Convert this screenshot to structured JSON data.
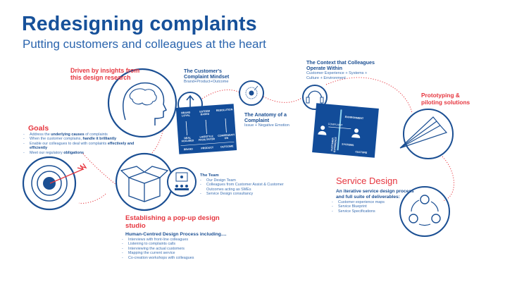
{
  "header": {
    "title": "Redesigning complaints",
    "subtitle": "Putting customers and colleagues at the heart"
  },
  "goals": {
    "heading": "Goals",
    "items": [
      {
        "pre": "Address the ",
        "bold": "underlying causes",
        "post": " of complaints"
      },
      {
        "pre": "When the customer complains, ",
        "bold": "handle it brilliantly",
        "post": ""
      },
      {
        "pre": "Enable our colleagues to deal with complaints ",
        "bold": "effectively and efficiently",
        "post": ""
      },
      {
        "pre": "Meet our regulatory ",
        "bold": "obligations",
        "post": ""
      }
    ]
  },
  "insights": {
    "heading_line1": "Driven by insights from",
    "heading_line2": "this design research"
  },
  "mindset": {
    "title_line1": "The Customer's",
    "title_line2": "Complaint Mindset",
    "subtitle": "Brand+Product+Outcome",
    "panel": {
      "top": [
        "BRAND LOYAL",
        "ESTEEM BASED",
        "RESOLUTION"
      ],
      "bottom": [
        "DEAL FOCUSED",
        "LIFESTYLE FACILITATOR",
        "COMPENSATION"
      ],
      "footer": [
        "BRAND",
        "PRODUCT",
        "OUTCOME"
      ]
    }
  },
  "anatomy": {
    "title_line1": "The Anatomy of a",
    "title_line2": "Complaint",
    "subtitle": "Issue + Negative Emotion"
  },
  "context": {
    "title_line1": "The Context that Colleagues",
    "title_line2": "Operate Within",
    "subtitle_line1": "Customer Experience + Systems +",
    "subtitle_line2": "Culture + Environment",
    "panel": {
      "environment": "ENVIRONMENT",
      "complaint": "COMPLAINT",
      "customer_experience": "CUSTOMER EXPERIENCE",
      "systems": "SYSTEMS",
      "culture": "CULTURE"
    }
  },
  "prototyping": {
    "heading_line1": "Prototyping &",
    "heading_line2": "piloting solutions"
  },
  "team": {
    "heading": "The Team",
    "items": [
      "Our Design Team",
      "Colleagues from Customer Assist & Customer Outcomes acting as SMEs",
      "Service Design consultancy"
    ]
  },
  "studio": {
    "heading_line1": "Establishing a pop-up design",
    "heading_line2": "studio",
    "subheading": "Human-Centred Design Process including....",
    "items": [
      "Interviews with front-line colleagues",
      "Listening to complaints calls",
      "Interviewing the actual customers",
      "Mapping the current service",
      "Co-creation workshops with colleagues"
    ]
  },
  "service_design": {
    "heading": "Service Design",
    "subheading_line1": "An iterative service design process",
    "subheading_line2": "and full suite of deliverables:",
    "items": [
      "Customer experience maps",
      "Service Blueprint",
      "Service Specifications"
    ]
  },
  "colors": {
    "blue": "#1b4f93",
    "red": "#e6363f"
  }
}
